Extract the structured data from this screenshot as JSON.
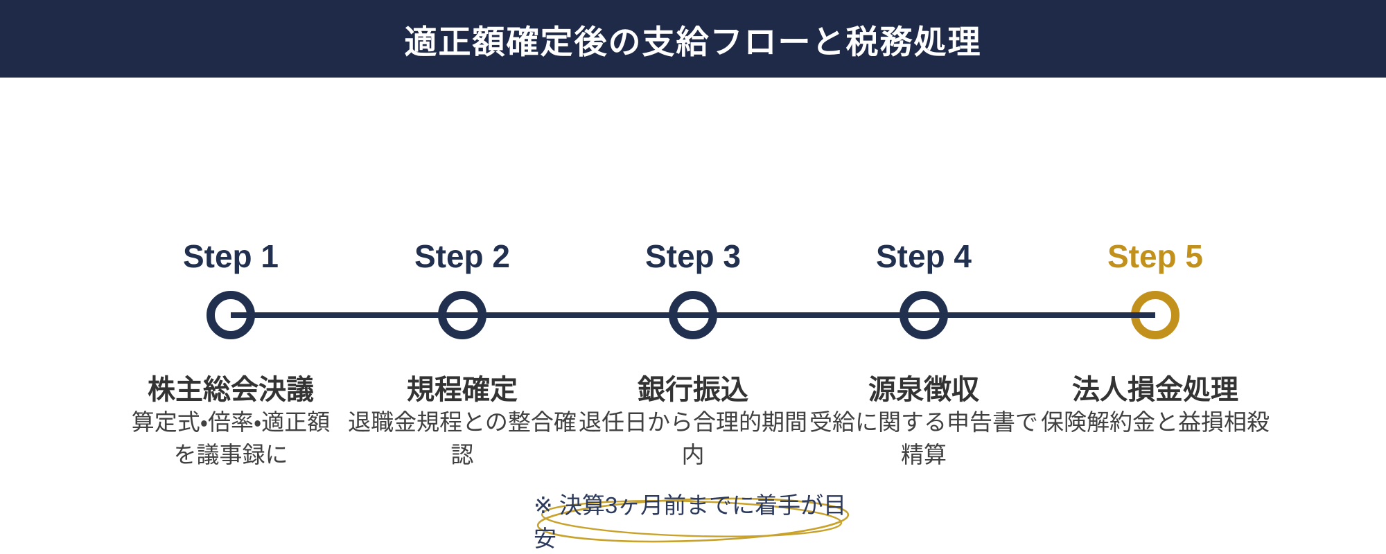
{
  "header": {
    "title": "適正額確定後の支給フローと税務処理"
  },
  "colors": {
    "header_bg": "#1e2a47",
    "navy": "#22304f",
    "gold": "#c2911c",
    "step_title": "#333333",
    "step_desc": "#404040",
    "note_text": "#2c3a5e",
    "note_ellipse": "#c9a22b",
    "background": "#ffffff"
  },
  "steps": [
    {
      "label": "Step 1",
      "title": "株主総会決議",
      "desc_lines": [
        "算定式・倍率・適正額",
        "を議事録に"
      ],
      "accent": "navy"
    },
    {
      "label": "Step 2",
      "title": "規程確定",
      "desc_lines": [
        "退職金規程との整合確",
        "認"
      ],
      "accent": "navy"
    },
    {
      "label": "Step 3",
      "title": "銀行振込",
      "desc_lines": [
        "退任日から合理的期間",
        "内"
      ],
      "accent": "navy"
    },
    {
      "label": "Step 4",
      "title": "源泉徴収",
      "desc_lines": [
        "受給に関する申告書で",
        "精算"
      ],
      "accent": "navy"
    },
    {
      "label": "Step 5",
      "title": "法人損金処理",
      "desc_lines": [
        "保険解約金と益損相殺"
      ],
      "accent": "gold"
    }
  ],
  "note": {
    "text": "※ 決算3ヶ月前までに着手が目安"
  }
}
